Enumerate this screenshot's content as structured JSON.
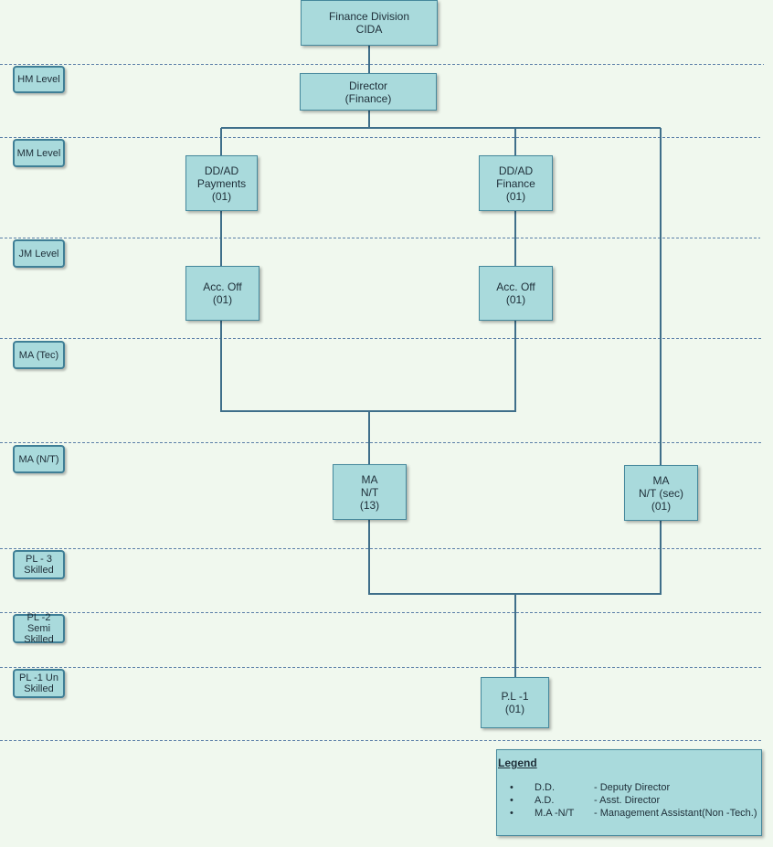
{
  "levels": [
    {
      "id": "hm",
      "label": "HM Level"
    },
    {
      "id": "mm",
      "label": "MM Level"
    },
    {
      "id": "jm",
      "label": "JM Level"
    },
    {
      "id": "ma-tec",
      "label": "MA (Tec)"
    },
    {
      "id": "ma-nt",
      "label": "MA (N/T)"
    },
    {
      "id": "pl3",
      "label": "PL - 3 Skilled"
    },
    {
      "id": "pl2",
      "label": "PL -2 Semi Skilled"
    },
    {
      "id": "pl1",
      "label": "PL -1 Un Skilled"
    }
  ],
  "nodes": {
    "finance_division": [
      "Finance Division",
      "CIDA"
    ],
    "director": [
      "Director",
      "(Finance)"
    ],
    "ddad_payments": [
      "DD/AD",
      "Payments",
      "(01)"
    ],
    "ddad_finance": [
      "DD/AD",
      "Finance",
      "(01)"
    ],
    "acc_off_1": [
      "Acc. Off",
      "(01)"
    ],
    "acc_off_2": [
      "Acc. Off",
      "(01)"
    ],
    "ma_nt": [
      "MA",
      "N/T",
      "(13)"
    ],
    "ma_nt_sec": [
      "MA",
      "N/T (sec)",
      "(01)"
    ],
    "pl1": [
      "P.L -1",
      "(01)"
    ]
  },
  "legend": {
    "title": "Legend",
    "items": [
      {
        "abbr": "D.D.",
        "meaning": "- Deputy Director"
      },
      {
        "abbr": "A.D.",
        "meaning": "- Asst. Director"
      },
      {
        "abbr": "M.A -N/T",
        "meaning": "- Management Assistant(Non -Tech.)"
      }
    ]
  },
  "colors": {
    "background": "#f0f8ee",
    "node_fill": "#a9dadc",
    "node_border": "#45889c",
    "connector": "#3f6f8a",
    "level_divider": "#5b7fa8"
  }
}
